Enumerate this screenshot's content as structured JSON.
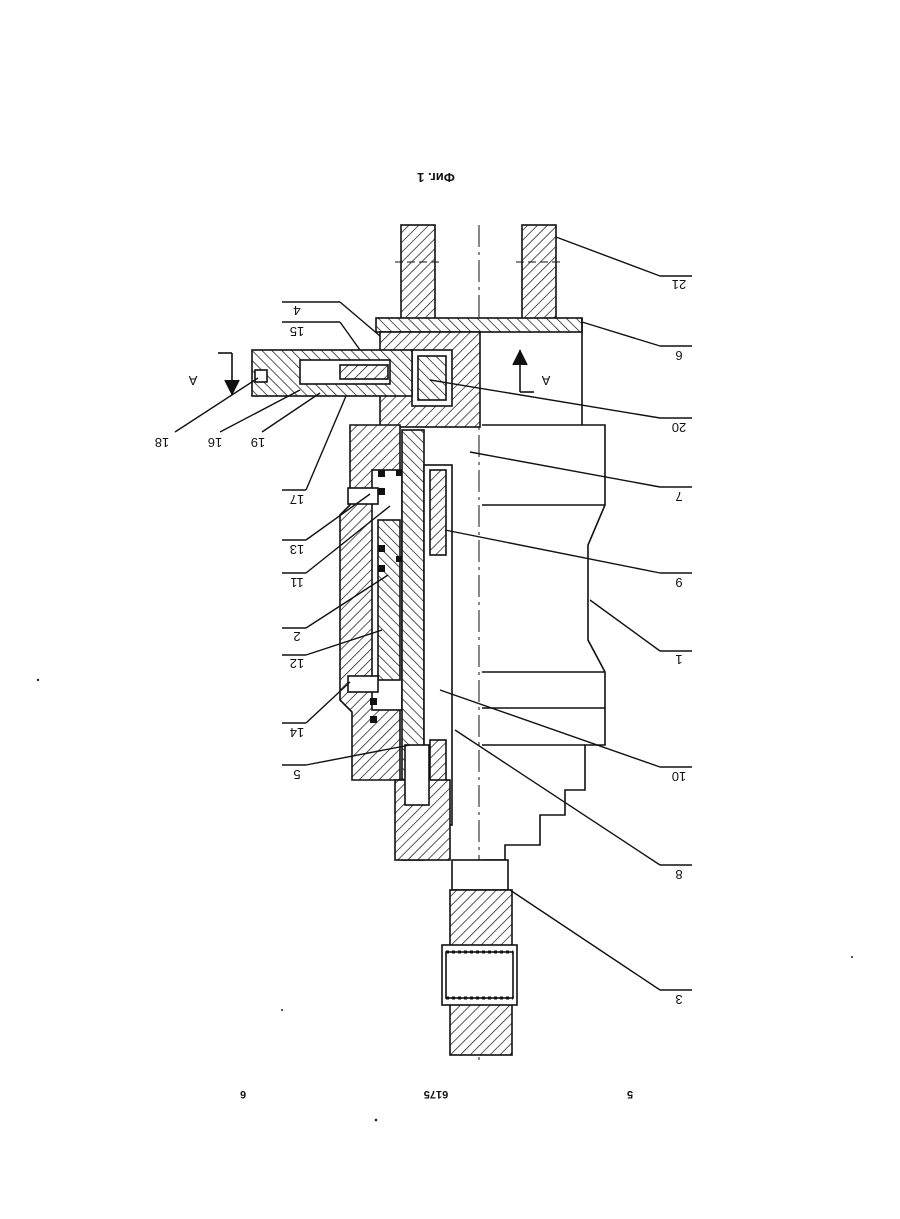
{
  "figure_title": "Фиг. 1",
  "section_mark": "A",
  "part_labels": [
    "1",
    "2",
    "3",
    "4",
    "5",
    "6",
    "7",
    "8",
    "9",
    "10",
    "11",
    "12",
    "13",
    "14",
    "15",
    "16",
    "17",
    "18",
    "19",
    "20",
    "21"
  ],
  "footer": {
    "left": "5",
    "center": "6175",
    "right": "6"
  }
}
